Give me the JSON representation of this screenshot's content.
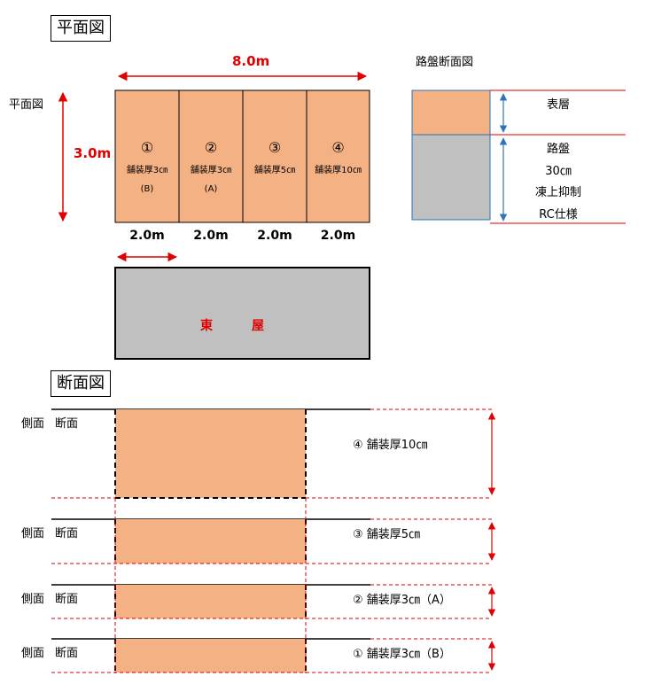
{
  "plan": {
    "title": "平面図",
    "side_label": "平面図",
    "width_label": "8.0m",
    "height_label": "3.0m",
    "sections": [
      {
        "num": "①",
        "label": "舗装厚3㎝",
        "sub": "(B)",
        "width": "2.0m"
      },
      {
        "num": "②",
        "label": "舗装厚3㎝",
        "sub": "(A)",
        "width": "2.0m"
      },
      {
        "num": "③",
        "label": "舗装厚5㎝",
        "sub": "",
        "width": "2.0m"
      },
      {
        "num": "④",
        "label": "舗装厚10㎝",
        "sub": "",
        "width": "2.0m"
      }
    ],
    "building": {
      "left": "東",
      "right": "屋"
    }
  },
  "roadbed": {
    "title": "路盤断面図",
    "surface": "表層",
    "base_lines": [
      "路盤",
      "30㎝",
      "凍上抑制",
      "RC仕様"
    ]
  },
  "section": {
    "title": "断面図",
    "rows": [
      {
        "side": "側面",
        "label": "断面",
        "desc": "④ 舗装厚10㎝"
      },
      {
        "side": "側面",
        "label": "断面",
        "desc": "③ 舗装厚5㎝"
      },
      {
        "side": "側面",
        "label": "断面",
        "desc": "② 舗装厚3㎝（A）"
      },
      {
        "side": "側面",
        "label": "断面",
        "desc": "① 舗装厚3㎝（B）"
      }
    ]
  },
  "colors": {
    "pavement": "#F4B183",
    "building": "#C0C0C0",
    "dimension_red": "#E00000",
    "dimension_blue": "#2E75B6"
  }
}
